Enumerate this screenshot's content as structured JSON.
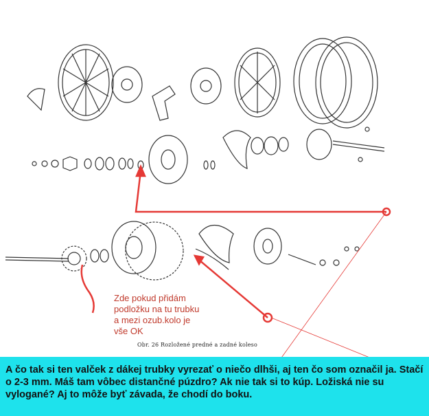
{
  "annotation": {
    "text": "Zde pokud přidám\npodložku na tu trubku\na mezi ozub.kolo je\nvše OK"
  },
  "caption": {
    "text": "Obr. 26 Rozložené predné a zadné koleso"
  },
  "note": {
    "text": "A čo tak si ten valček z dákej trubky vyrezať o niečo dlhši, aj ten čo som označil ja. Stačí o 2-3 mm. Máš tam vôbec distančné púzdro? Ak nie tak si to kúp. Ložiská nie su vylogané? Aj to môže byť závada, že chodí do boku."
  },
  "colors": {
    "highlight": "#e53935",
    "ink": "#333333",
    "note_bg": "#1ee2ec",
    "annotation": "#c0392b"
  }
}
